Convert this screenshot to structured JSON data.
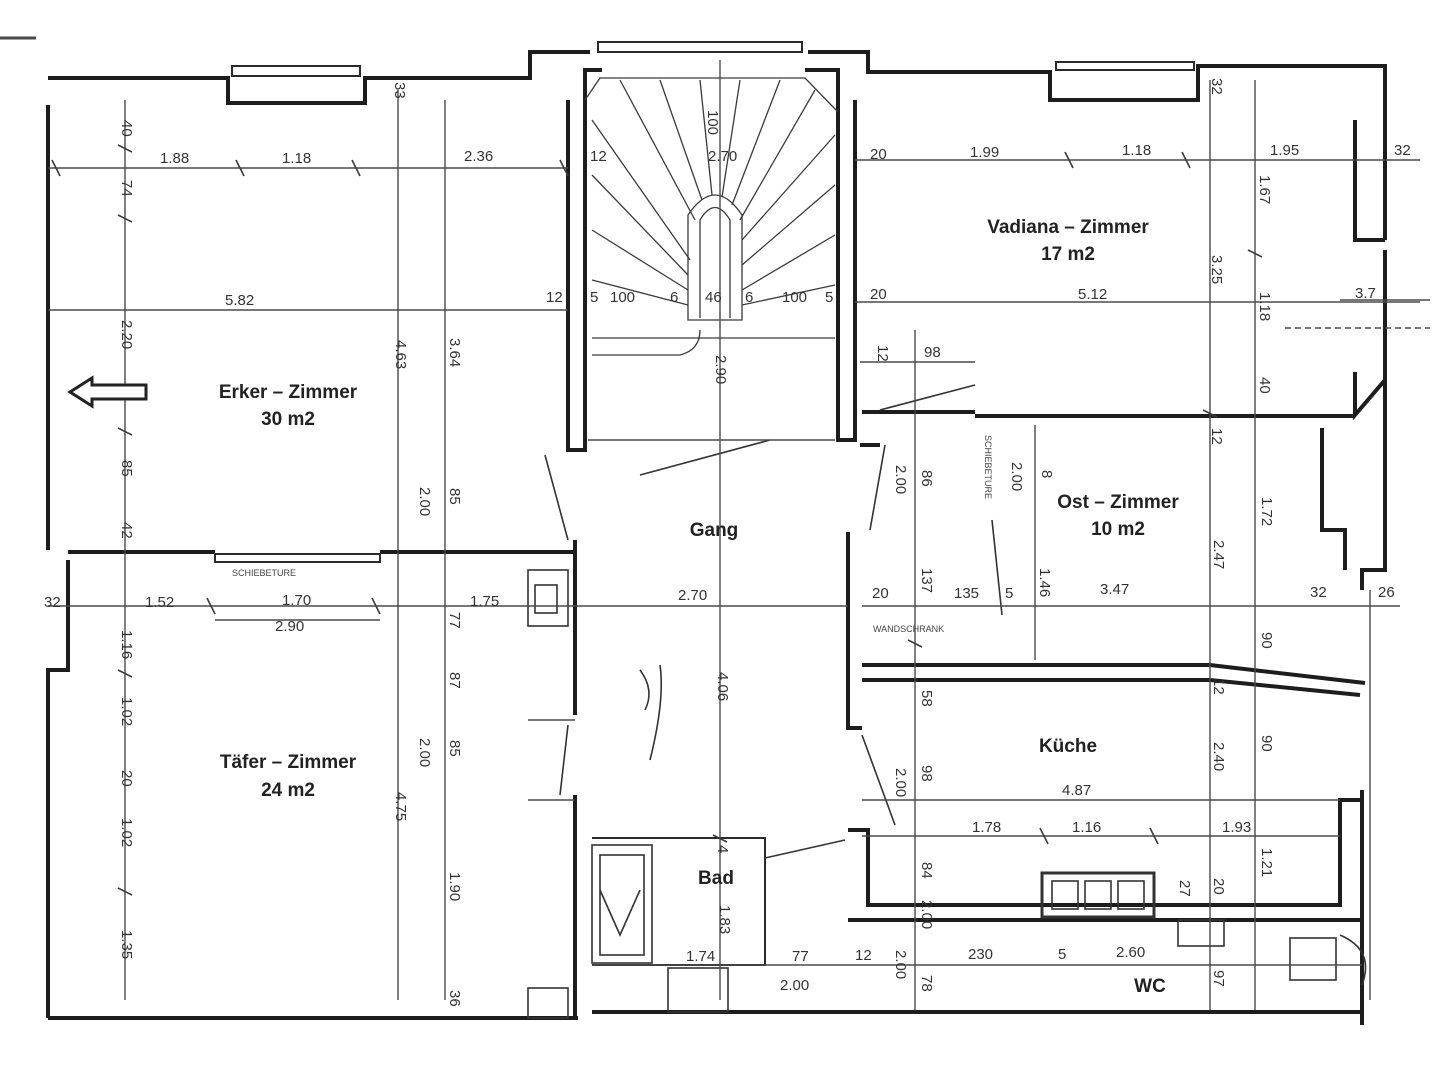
{
  "rooms": {
    "erker": {
      "name": "Erker – Zimmer",
      "area": "30 m2"
    },
    "vadiana": {
      "name": "Vadiana – Zimmer",
      "area": "17 m2"
    },
    "ost": {
      "name": "Ost – Zimmer",
      "area": "10 m2"
    },
    "taefer": {
      "name": "Täfer – Zimmer",
      "area": "24 m2"
    },
    "gang": {
      "name": "Gang"
    },
    "kueche": {
      "name": "Küche"
    },
    "bad": {
      "name": "Bad"
    },
    "wc": {
      "name": "WC"
    }
  },
  "labels": {
    "schiebeture_1": "SCHIEBETURE",
    "schiebeture_2": "SCHIEBETURE",
    "wandschrank": "WANDSCHRANK"
  },
  "dimensions": {
    "d_188": "1.88",
    "d_118a": "1.18",
    "d_236": "2.36",
    "d_12a": "12",
    "d_270a": "2.70",
    "d_20a": "20",
    "d_199": "1.99",
    "d_118b": "1.18",
    "d_195": "1.95",
    "d_32a": "32",
    "d_582": "5.82",
    "d_12b": "12",
    "d_5a": "5",
    "d_100a": "100",
    "d_6a": "6",
    "d_46": "46",
    "d_6b": "6",
    "d_100b": "100",
    "d_5b": "5",
    "d_20b": "20",
    "d_512": "5.12",
    "d_37": "3.7",
    "d_40v": "40",
    "d_74": "74",
    "d_220": "2.20",
    "d_85": "85",
    "d_42": "42",
    "d_463": "4.63",
    "d_364": "3.64",
    "d_200a": "2.00",
    "d_85b": "85",
    "d_33": "33",
    "d_100v": "100",
    "d_290v": "2.90",
    "d_98": "98",
    "d_12c": "12",
    "d_200b": "2.00",
    "d_86": "86",
    "d_200c": "2.00",
    "d_8": "8",
    "d_12d": "12",
    "d_172": "1.72",
    "d_247": "2.47",
    "d_167": "1.67",
    "d_325": "3.25",
    "d_118v": "1.18",
    "d_40b": "40",
    "d_32v": "32",
    "d_32b": "32",
    "d_152": "1.52",
    "d_170": "1.70",
    "d_290": "2.90",
    "d_175": "1.75",
    "d_270b": "2.70",
    "d_20c": "20",
    "d_137": "137",
    "d_135": "135",
    "d_5c": "5",
    "d_146": "1.46",
    "d_347": "3.47",
    "d_32c": "32",
    "d_26": "26",
    "d_116v": "1.16",
    "d_102a": "1.02",
    "d_20v": "20",
    "d_102b": "1.02",
    "d_135v": "1.35",
    "d_475": "4.75",
    "d_77": "77",
    "d_87": "87",
    "d_85c": "85",
    "d_200d": "2.00",
    "d_190": "1.90",
    "d_406": "4.06",
    "d_90": "90",
    "d_58": "58",
    "d_12e": "12",
    "d_90b": "90",
    "d_240": "2.40",
    "d_98b": "98",
    "d_200e": "2.00",
    "d_487": "4.87",
    "d_178": "1.78",
    "d_116": "1.16",
    "d_193": "1.93",
    "d_121": "1.21",
    "d_20d": "20",
    "d_27": "27",
    "d_84": "84",
    "d_200f": "2.00",
    "d_183": "1.83",
    "d_4": "4",
    "d_174": "1.74",
    "d_77b": "77",
    "d_200g": "2.00",
    "d_230": "230",
    "d_5d": "5",
    "d_260": "2.60",
    "d_97": "97",
    "d_78": "78",
    "d_200h": "2.00",
    "d_36": "36",
    "d_12f": "12"
  },
  "icons": {
    "exit_arrow": "left-arrow-icon",
    "stove": "stove-burners-icon"
  }
}
